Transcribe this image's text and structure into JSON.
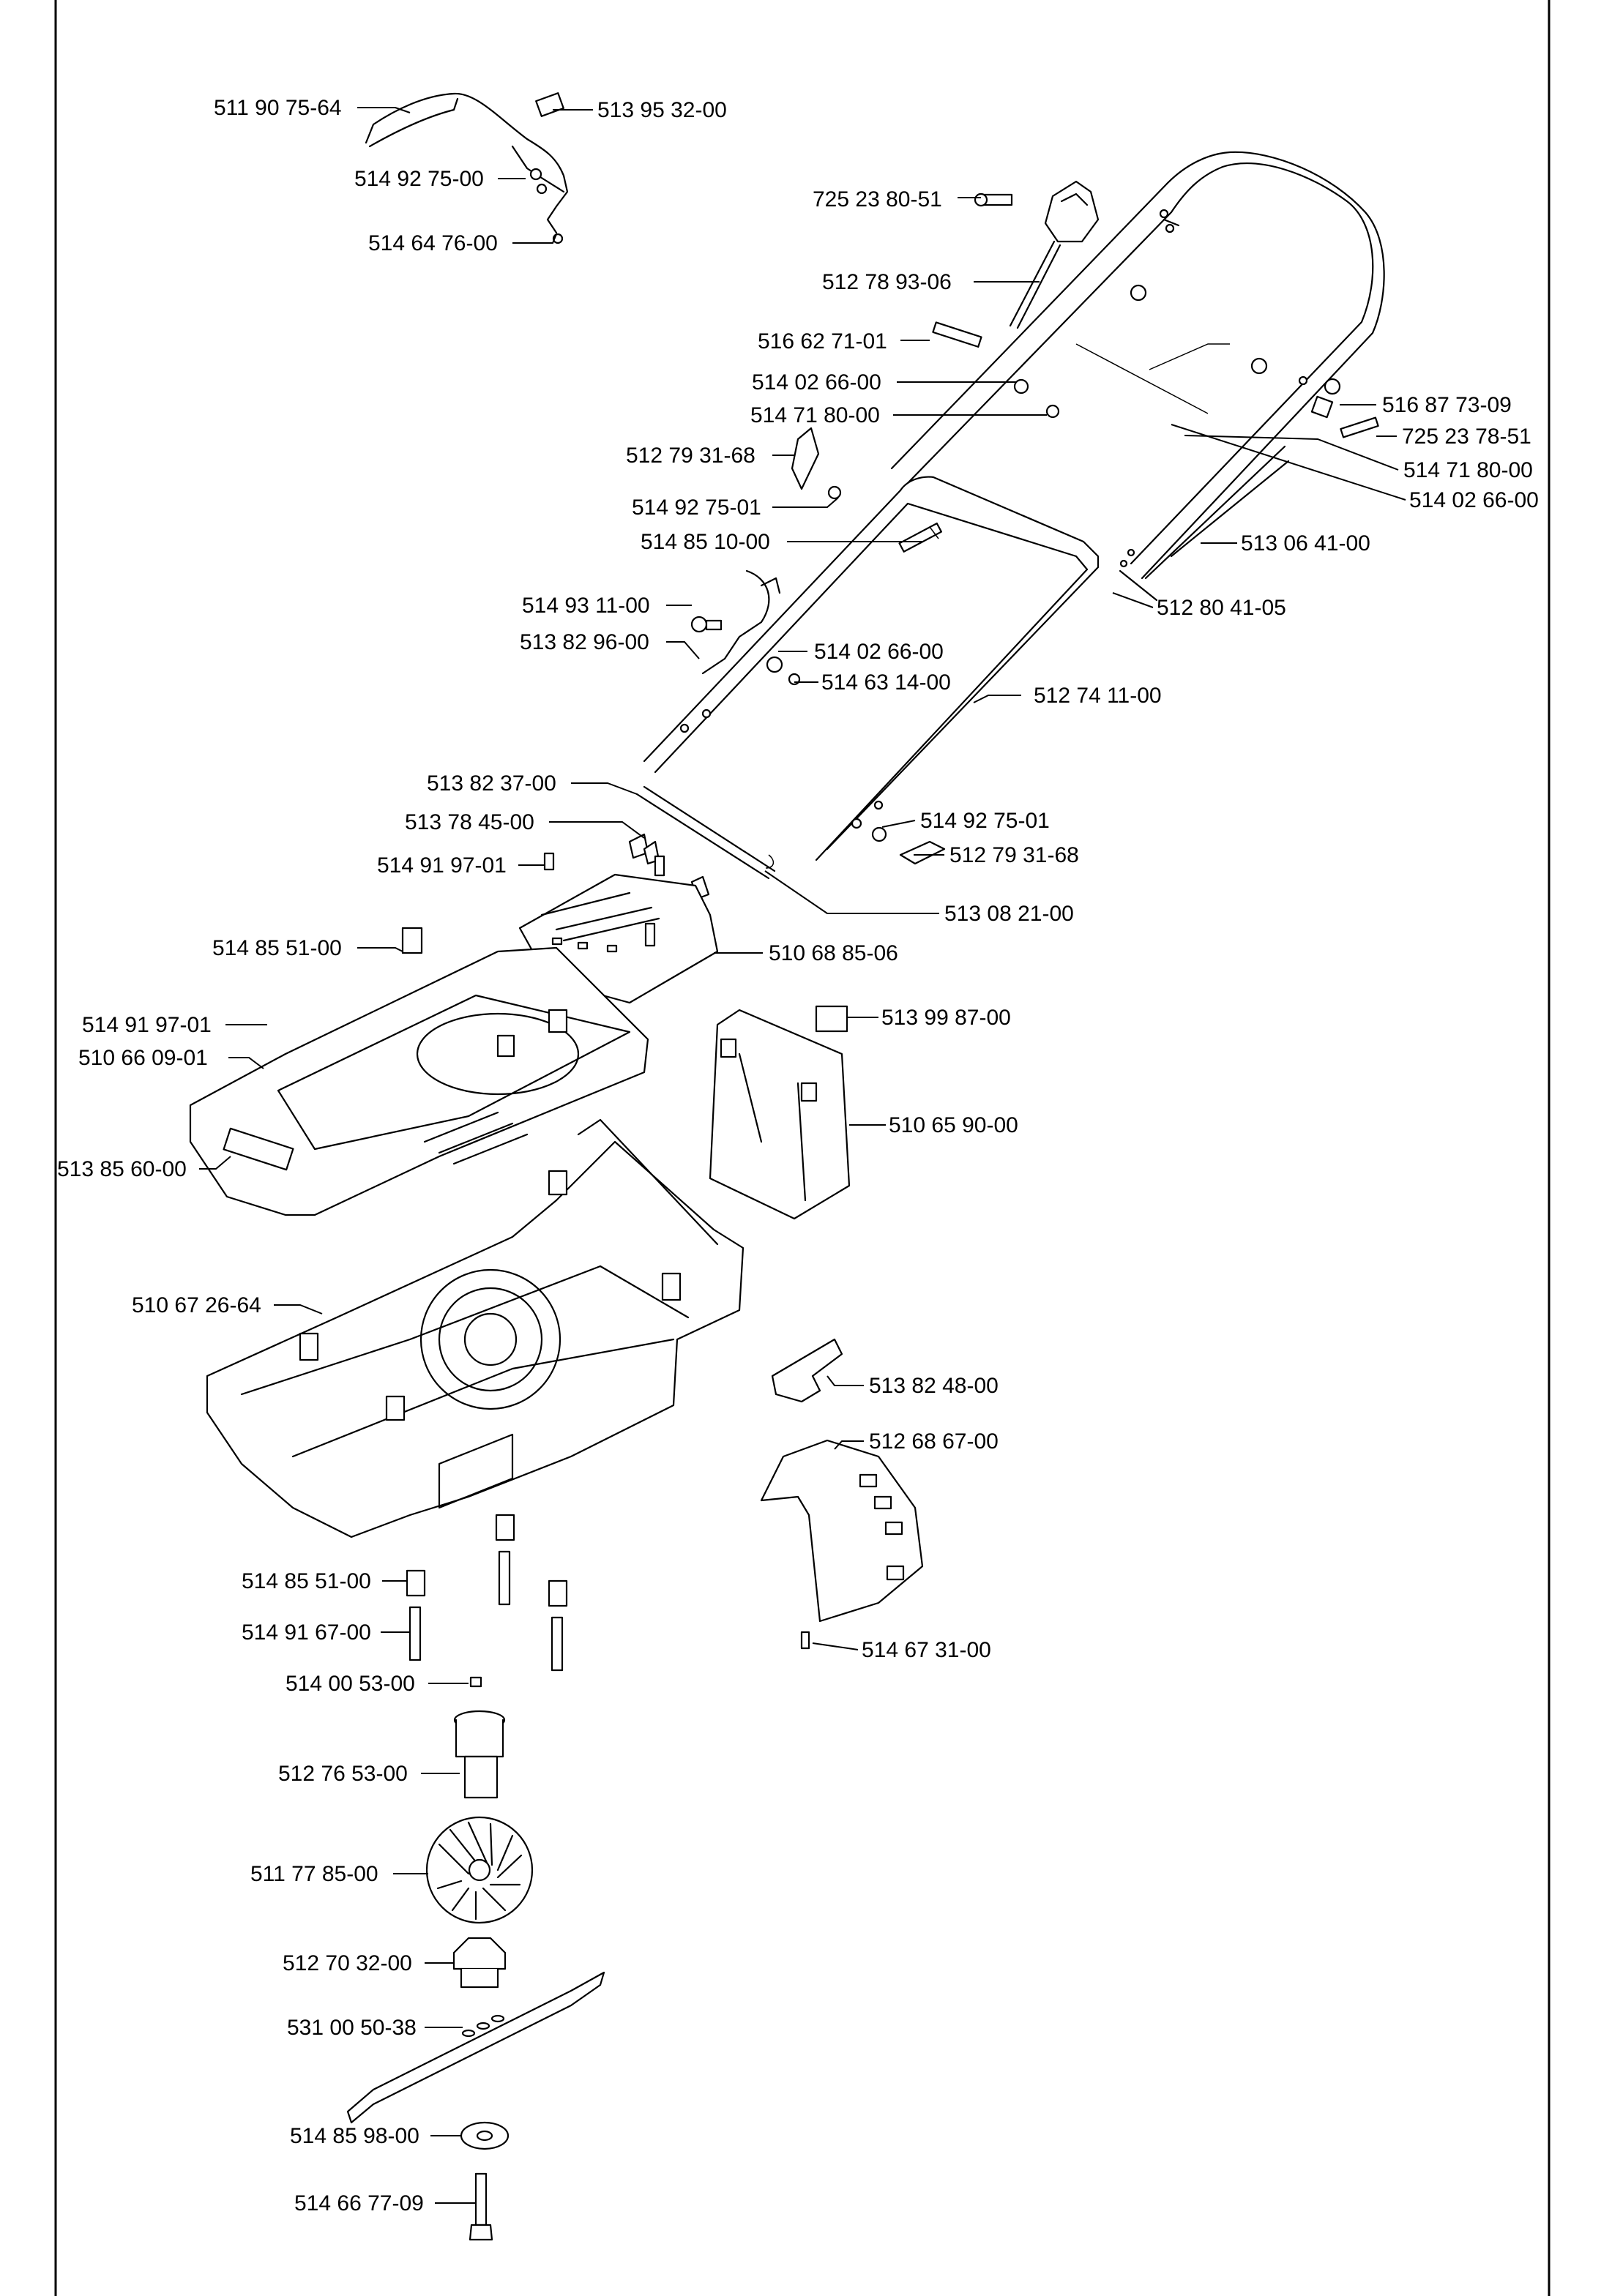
{
  "labels": [
    {
      "id": "l01",
      "text": "511 90 75-64"
    },
    {
      "id": "l02",
      "text": "513 95 32-00"
    },
    {
      "id": "l03",
      "text": "514 92 75-00"
    },
    {
      "id": "l04",
      "text": "514 64 76-00"
    },
    {
      "id": "l05",
      "text": "725 23 80-51"
    },
    {
      "id": "l06",
      "text": "512 78 93-06"
    },
    {
      "id": "l07",
      "text": "516 62 71-01"
    },
    {
      "id": "l08",
      "text": "514 02 66-00"
    },
    {
      "id": "l09",
      "text": "514 71 80-00"
    },
    {
      "id": "l10",
      "text": "516 87 73-09"
    },
    {
      "id": "l11",
      "text": "725 23 78-51"
    },
    {
      "id": "l12",
      "text": "512 79 31-68"
    },
    {
      "id": "l13",
      "text": "514 71 80-00"
    },
    {
      "id": "l14",
      "text": "514 02 66-00"
    },
    {
      "id": "l15",
      "text": "514 92 75-01"
    },
    {
      "id": "l16",
      "text": "514 85 10-00"
    },
    {
      "id": "l17",
      "text": "513 06 41-00"
    },
    {
      "id": "l18",
      "text": "514 93 11-00"
    },
    {
      "id": "l19",
      "text": "512 80 41-05"
    },
    {
      "id": "l20",
      "text": "513 82 96-00"
    },
    {
      "id": "l21",
      "text": "514 02 66-00"
    },
    {
      "id": "l22",
      "text": "514 63 14-00"
    },
    {
      "id": "l23",
      "text": "512 74 11-00"
    },
    {
      "id": "l24",
      "text": "513 82 37-00"
    },
    {
      "id": "l25",
      "text": "513 78 45-00"
    },
    {
      "id": "l26",
      "text": "514 92 75-01"
    },
    {
      "id": "l27",
      "text": "514 91 97-01"
    },
    {
      "id": "l28",
      "text": "512 79 31-68"
    },
    {
      "id": "l29",
      "text": "513 08 21-00"
    },
    {
      "id": "l30",
      "text": "514 85 51-00"
    },
    {
      "id": "l31",
      "text": "510 68 85-06"
    },
    {
      "id": "l32",
      "text": "514 91 97-01"
    },
    {
      "id": "l33",
      "text": "513 99 87-00"
    },
    {
      "id": "l34",
      "text": "510 66 09-01"
    },
    {
      "id": "l35",
      "text": "510 65 90-00"
    },
    {
      "id": "l36",
      "text": "513 85 60-00"
    },
    {
      "id": "l37",
      "text": "510 67 26-64"
    },
    {
      "id": "l38",
      "text": "513 82 48-00"
    },
    {
      "id": "l39",
      "text": "512 68 67-00"
    },
    {
      "id": "l40",
      "text": "514 85 51-00"
    },
    {
      "id": "l41",
      "text": "514 91 67-00"
    },
    {
      "id": "l42",
      "text": "514 67 31-00"
    },
    {
      "id": "l43",
      "text": "514 00 53-00"
    },
    {
      "id": "l44",
      "text": "512 76 53-00"
    },
    {
      "id": "l45",
      "text": "511 77 85-00"
    },
    {
      "id": "l46",
      "text": "512 70 32-00"
    },
    {
      "id": "l47",
      "text": "531 00 50-38"
    },
    {
      "id": "l48",
      "text": "514 85 98-00"
    },
    {
      "id": "l49",
      "text": "514 66 77-09"
    }
  ]
}
